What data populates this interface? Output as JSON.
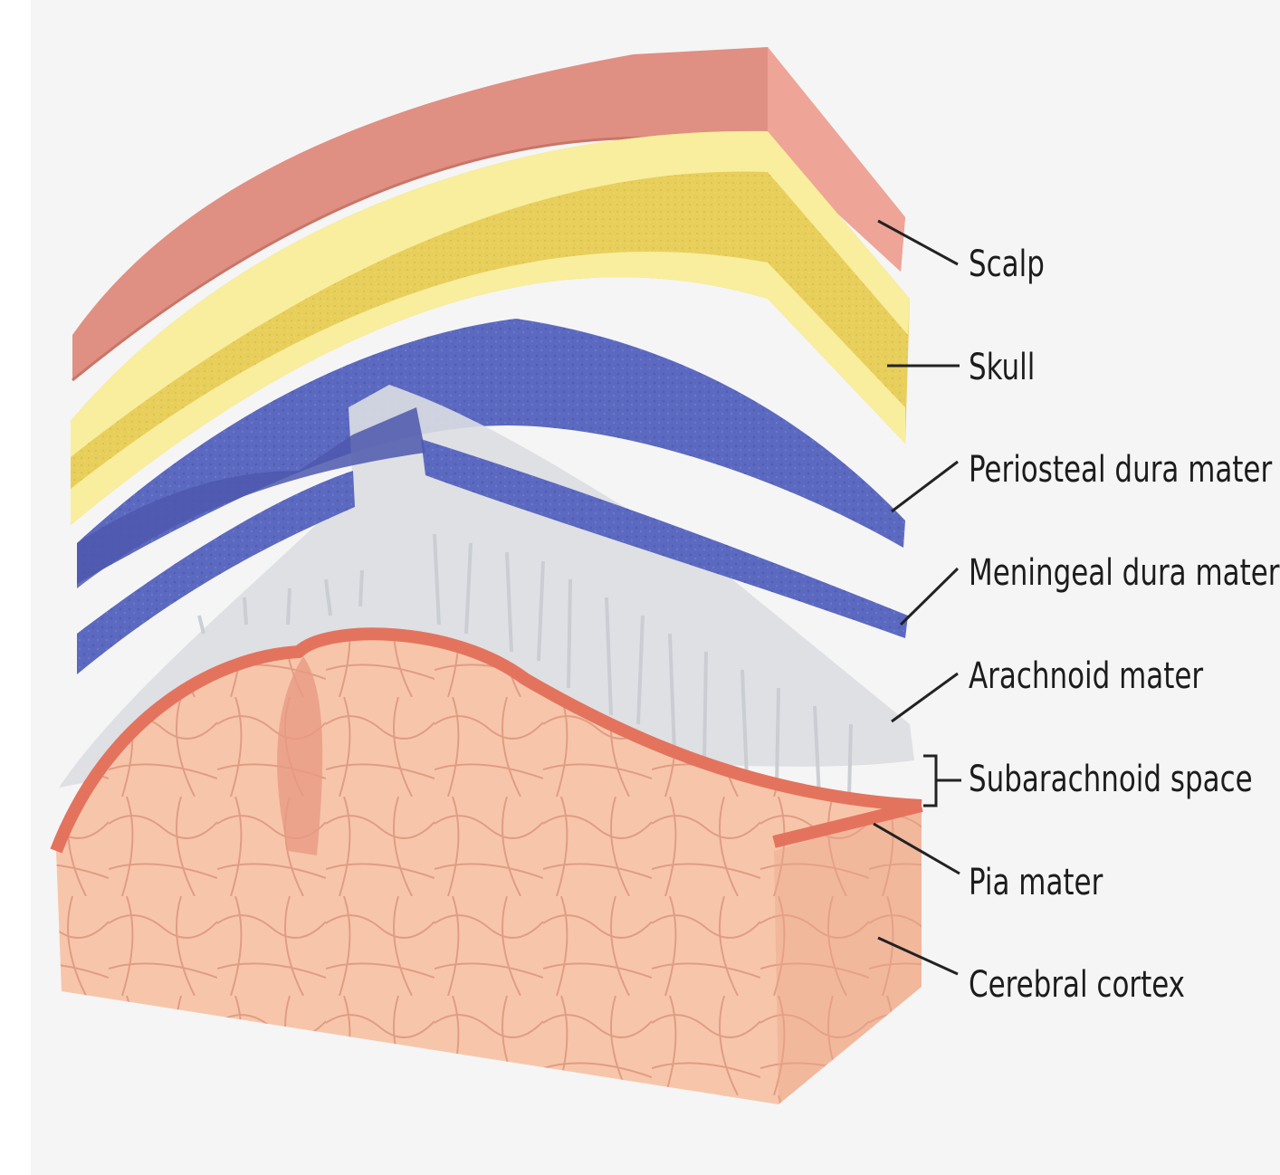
{
  "labels": {
    "scalp": "Scalp",
    "skull": "Skull",
    "periosteal_dura": "Periosteal dura mater",
    "meningeal_dura": "Meningeal dura mater",
    "arachnoid": "Arachnoid mater",
    "subarachnoid": "Subarachnoid space",
    "pia": "Pia mater",
    "cortex": "Cerebral cortex"
  },
  "colors": {
    "background": "#f5f5f5",
    "scalp": "#e08f83",
    "skull": "#e8cf5c",
    "skull_edge": "#f8ee9e",
    "dura": "#5c69c0",
    "arachnoid": "#dcdee2",
    "pia": "#e4735e",
    "cortex": "#f7c6aa",
    "cortex_vessel": "#cf7a68",
    "leader_line": "#222222"
  }
}
